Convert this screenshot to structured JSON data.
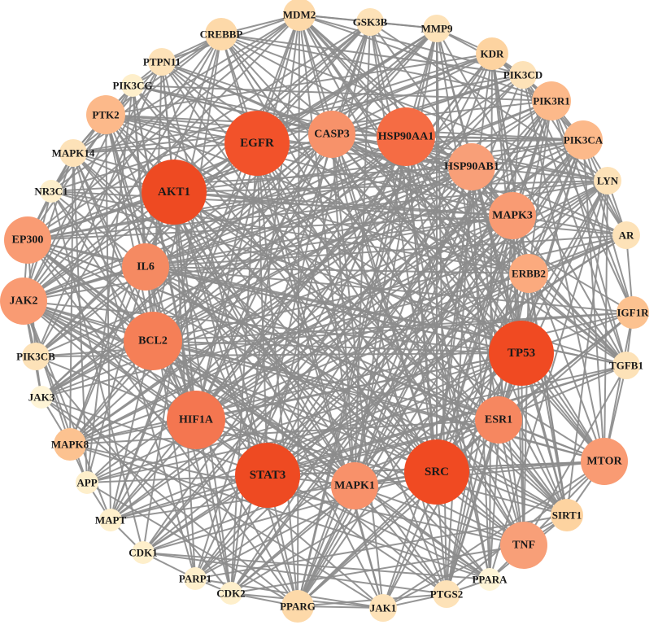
{
  "network": {
    "nodes": [
      {
        "id": "MDM2",
        "degree": 5,
        "color": "#FDD9A9"
      },
      {
        "id": "GSK3B",
        "degree": 4,
        "color": "#FDE2B8"
      },
      {
        "id": "MMP9",
        "degree": 4,
        "color": "#FDE2B8"
      },
      {
        "id": "CREBBP",
        "degree": 5,
        "color": "#FDD9A9"
      },
      {
        "id": "KDR",
        "degree": 5,
        "color": "#FDD3A0"
      },
      {
        "id": "PTPN11",
        "degree": 4,
        "color": "#FDE2B8"
      },
      {
        "id": "PIK3CD",
        "degree": 4,
        "color": "#FDE2B8"
      },
      {
        "id": "PIK3CG",
        "degree": 3,
        "color": "#FEEFCB"
      },
      {
        "id": "PIK3R1",
        "degree": 6,
        "color": "#FCB98A"
      },
      {
        "id": "PTK2",
        "degree": 6,
        "color": "#FCB98A"
      },
      {
        "id": "EGFR",
        "degree": 10,
        "color": "#F2522A"
      },
      {
        "id": "CASP3",
        "degree": 7,
        "color": "#F7926A"
      },
      {
        "id": "HSP90AA1",
        "degree": 8,
        "color": "#F56C44"
      },
      {
        "id": "PIK3CA",
        "degree": 6,
        "color": "#FCB98A"
      },
      {
        "id": "MAPK14",
        "degree": 4,
        "color": "#FDE2B8"
      },
      {
        "id": "HSP90AB1",
        "degree": 7,
        "color": "#F89F78"
      },
      {
        "id": "AKT1",
        "degree": 10,
        "color": "#EE4A22"
      },
      {
        "id": "NR3C1",
        "degree": 3,
        "color": "#FEEFCB"
      },
      {
        "id": "LYN",
        "degree": 4,
        "color": "#FDE2B8"
      },
      {
        "id": "MAPK3",
        "degree": 7,
        "color": "#F99B73"
      },
      {
        "id": "EP300",
        "degree": 7,
        "color": "#F99B73"
      },
      {
        "id": "AR",
        "degree": 4,
        "color": "#FDE2B8"
      },
      {
        "id": "IL6",
        "degree": 7,
        "color": "#F58A62"
      },
      {
        "id": "ERBB2",
        "degree": 6,
        "color": "#FBAA7E"
      },
      {
        "id": "JAK2",
        "degree": 7,
        "color": "#F99B73"
      },
      {
        "id": "IGF1R",
        "degree": 5,
        "color": "#FCC290"
      },
      {
        "id": "BCL2",
        "degree": 8,
        "color": "#F57F57"
      },
      {
        "id": "TP53",
        "degree": 10,
        "color": "#F04A22"
      },
      {
        "id": "PIK3CB",
        "degree": 4,
        "color": "#FDE2B8"
      },
      {
        "id": "TGFB1",
        "degree": 4,
        "color": "#FDE2B8"
      },
      {
        "id": "JAK3",
        "degree": 3,
        "color": "#FEF4D6"
      },
      {
        "id": "HIF1A",
        "degree": 8,
        "color": "#F47650"
      },
      {
        "id": "ESR1",
        "degree": 7,
        "color": "#F68760"
      },
      {
        "id": "MAPK8",
        "degree": 5,
        "color": "#FCC290"
      },
      {
        "id": "MTOR",
        "degree": 7,
        "color": "#F99B73"
      },
      {
        "id": "STAT3",
        "degree": 10,
        "color": "#EE4A22"
      },
      {
        "id": "SRC",
        "degree": 10,
        "color": "#F04A22"
      },
      {
        "id": "APP",
        "degree": 3,
        "color": "#FEEFCB"
      },
      {
        "id": "MAPK1",
        "degree": 7,
        "color": "#F8916A"
      },
      {
        "id": "SIRT1",
        "degree": 5,
        "color": "#FDD3A0"
      },
      {
        "id": "MAPT",
        "degree": 3,
        "color": "#FEEFCB"
      },
      {
        "id": "TNF",
        "degree": 7,
        "color": "#F89F78"
      },
      {
        "id": "CDK1",
        "degree": 3,
        "color": "#FEEFCB"
      },
      {
        "id": "PARP1",
        "degree": 3,
        "color": "#FEEFCB"
      },
      {
        "id": "PPARA",
        "degree": 3,
        "color": "#FEF4D6"
      },
      {
        "id": "CDK2",
        "degree": 3,
        "color": "#FEEFCB"
      },
      {
        "id": "PTGS2",
        "degree": 4,
        "color": "#FDE2B8"
      },
      {
        "id": "PPARG",
        "degree": 5,
        "color": "#FDD9A9"
      },
      {
        "id": "JAK1",
        "degree": 4,
        "color": "#FDE2B8"
      }
    ],
    "edge_color": "#8c8c8c",
    "label_color": "#1a1a1a"
  }
}
